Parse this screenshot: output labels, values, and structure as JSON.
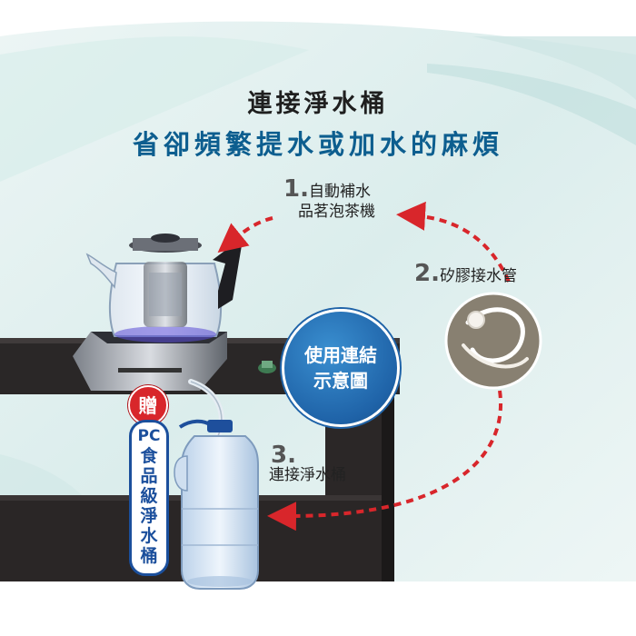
{
  "header": {
    "title": "連接淨水桶",
    "subtitle": "省卻頻繁提水或加水的麻煩"
  },
  "steps": [
    {
      "number": "1.",
      "line1": "自動補水",
      "line2": "品茗泡茶機"
    },
    {
      "number": "2.",
      "line1": "矽膠接水管"
    },
    {
      "number": "3.",
      "line1": "連接淨水桶"
    }
  ],
  "badge": {
    "line1": "使用連結",
    "line2": "示意圖"
  },
  "gift": {
    "tag": "贈",
    "pc": "PC",
    "chars": [
      "食",
      "品",
      "級",
      "淨",
      "水",
      "桶"
    ]
  },
  "colors": {
    "title_blue": "#0d5e8f",
    "arrow_red": "#d8262b",
    "badge_blue": "#1f63a8",
    "label_blue": "#1b4f9c"
  }
}
